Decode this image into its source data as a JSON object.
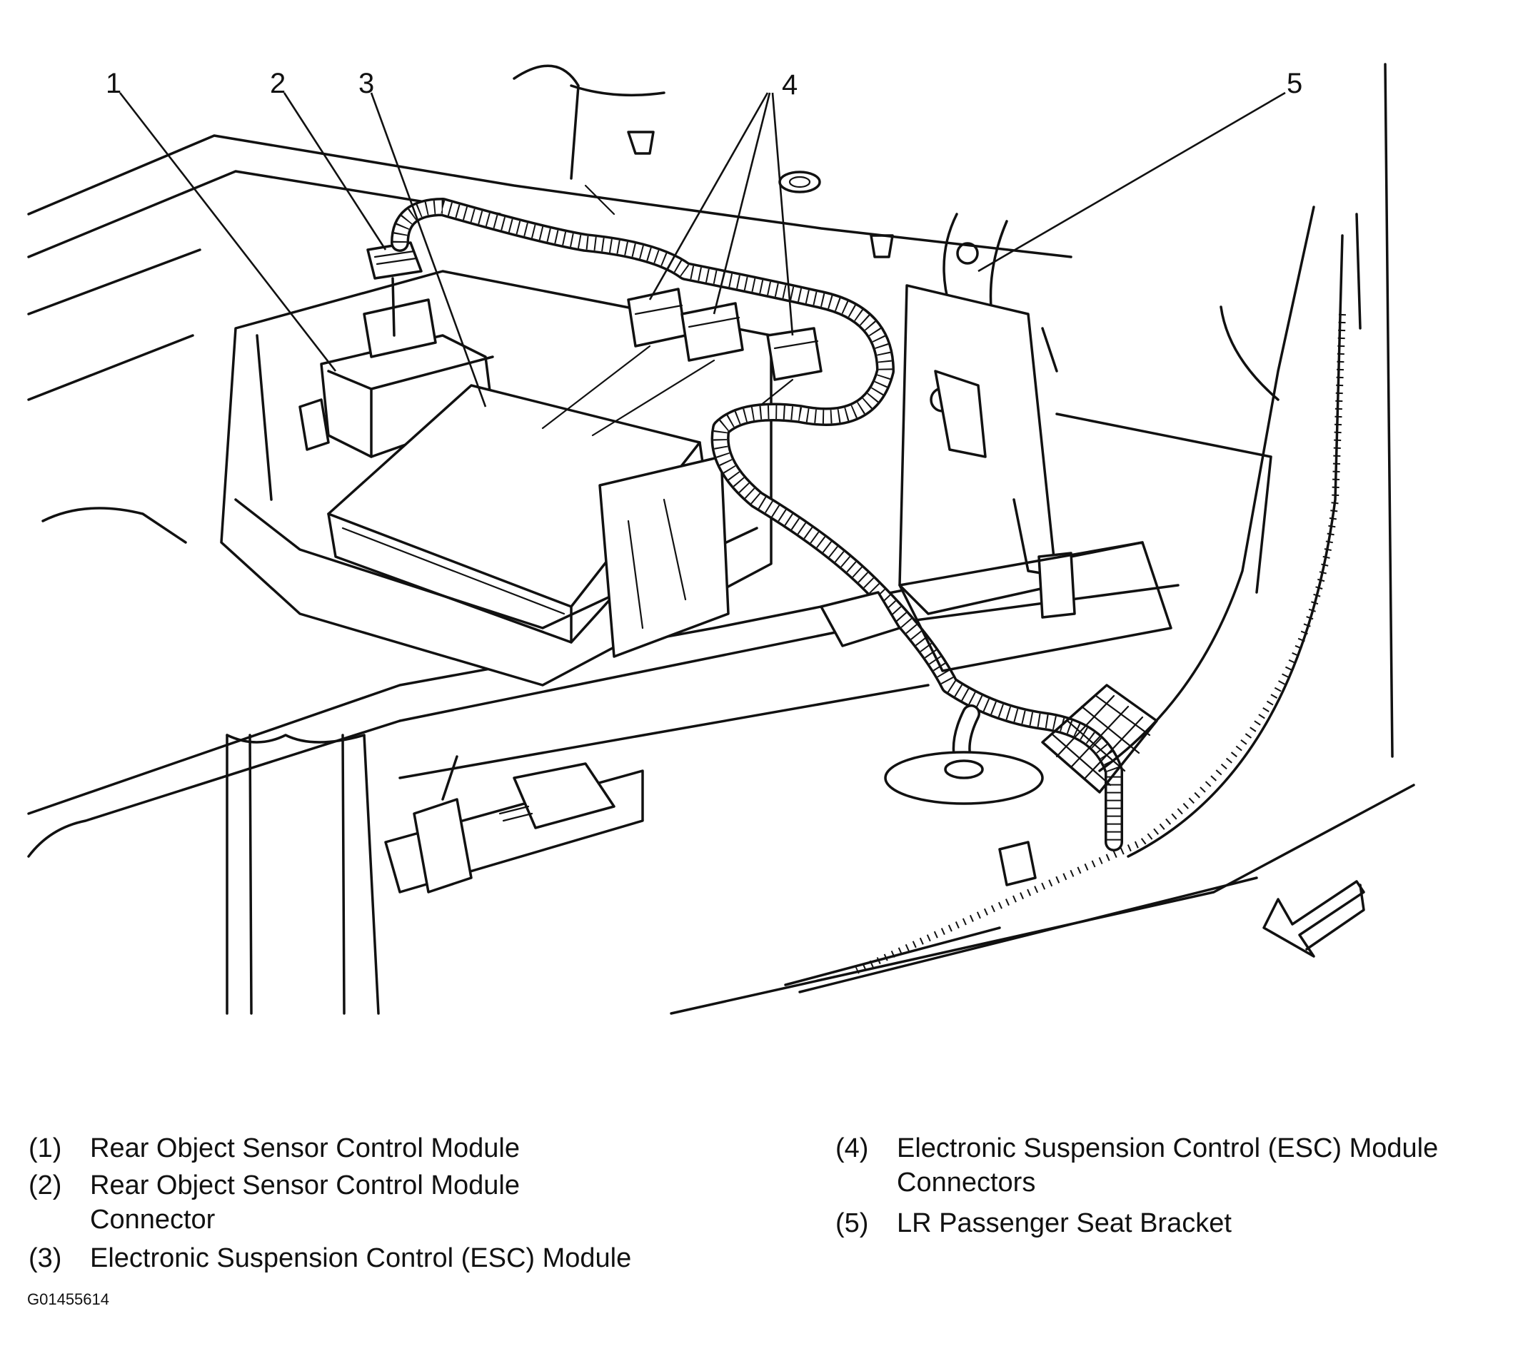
{
  "callouts": [
    "1",
    "2",
    "3",
    "4",
    "5"
  ],
  "legend": [
    {
      "num": "(1)",
      "text": "Rear Object Sensor Control Module"
    },
    {
      "num": "(2)",
      "text": "Rear Object Sensor Control Module Connector"
    },
    {
      "num": "(3)",
      "text": "Electronic Suspension Control (ESC) Module"
    },
    {
      "num": "(4)",
      "text": "Electronic Suspension Control (ESC) Module Connectors"
    },
    {
      "num": "(5)",
      "text": "LR Passenger Seat Bracket"
    }
  ],
  "figure_id": "G01455614",
  "colors": {
    "ink": "#111111",
    "background": "#ffffff"
  },
  "icons": [
    "front-direction-arrow-icon"
  ]
}
